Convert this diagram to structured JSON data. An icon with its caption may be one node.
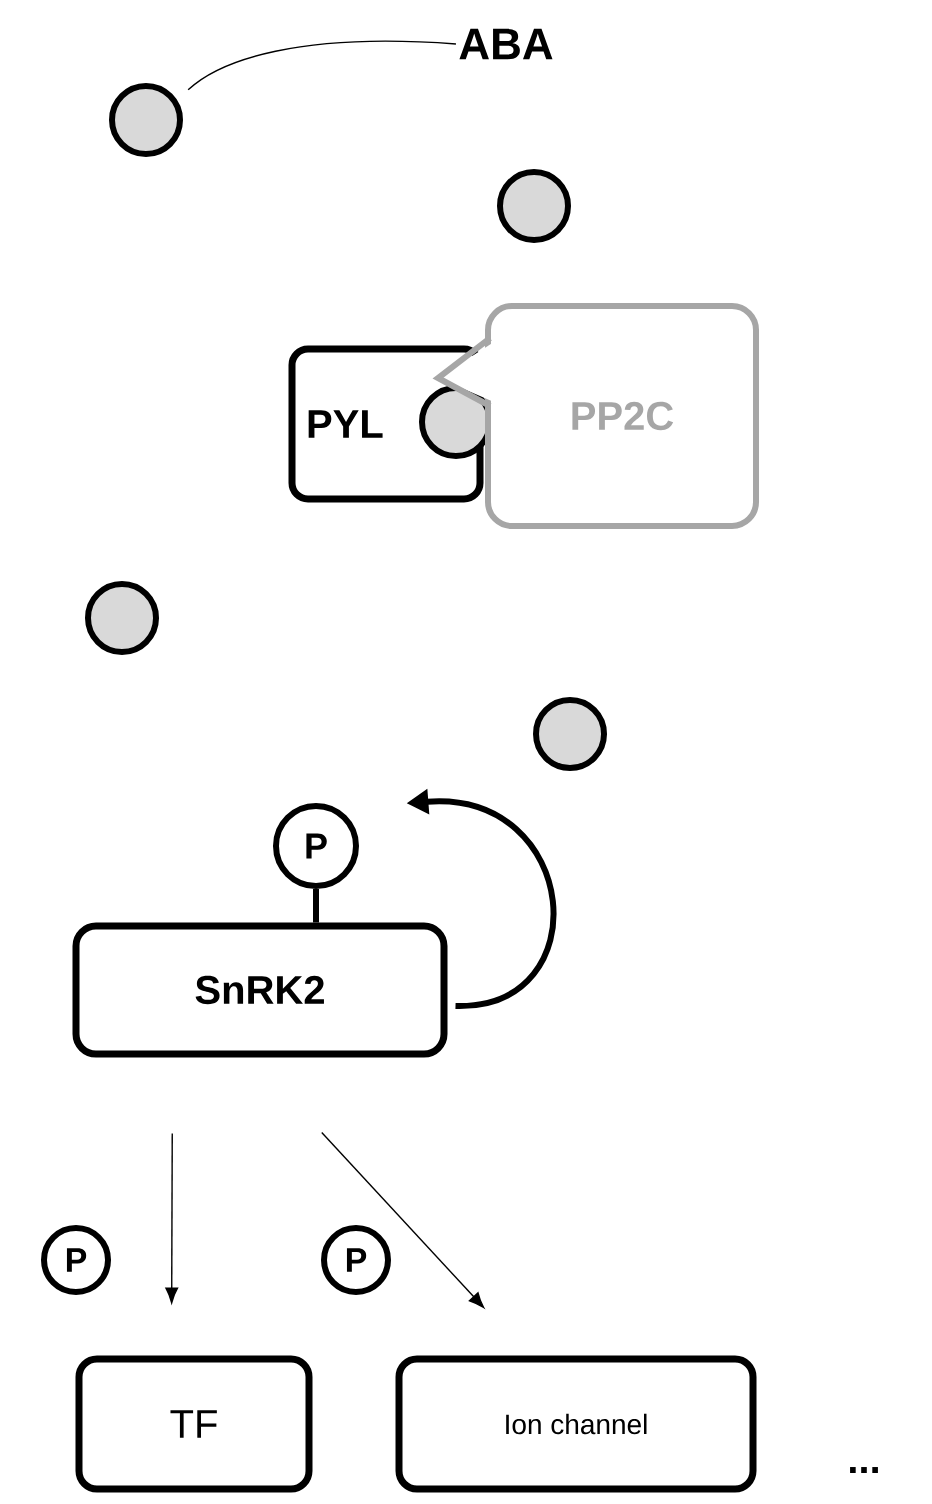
{
  "diagram": {
    "nodes": [
      {
        "text": [
          "ABA"
        ]
      },
      {
        "text": [],
        "shape": "circle"
      },
      {
        "text": [],
        "shape": "circle"
      },
      {
        "text": [
          "PYL"
        ]
      },
      {
        "text": [],
        "shape": "circle"
      },
      {
        "text": [
          "PP2C"
        ]
      },
      {
        "text": [],
        "shape": "circle"
      },
      {
        "text": [],
        "shape": "circle"
      },
      {
        "text": [
          "P"
        ]
      },
      {
        "text": [
          "SnRK2"
        ]
      },
      {
        "text": [
          "P"
        ]
      },
      {
        "text": [
          "P"
        ]
      },
      {
        "text": [
          "TF"
        ]
      },
      {
        "text": [
          "Ion channel"
        ]
      }
    ],
    "edges": [
      {
        "from": 0,
        "to": 1,
        "arrow": "none"
      },
      {
        "from": 8,
        "to": 9,
        "arrow": "none",
        "style": "thick"
      },
      {
        "from": 9,
        "to": 8,
        "arrow": "to",
        "style": "thick"
      },
      {
        "from": 9,
        "to": 12,
        "arrow": "to"
      },
      {
        "from": 9,
        "to": 13,
        "arrow": "to"
      }
    ],
    "labels": [
      "..."
    ]
  }
}
